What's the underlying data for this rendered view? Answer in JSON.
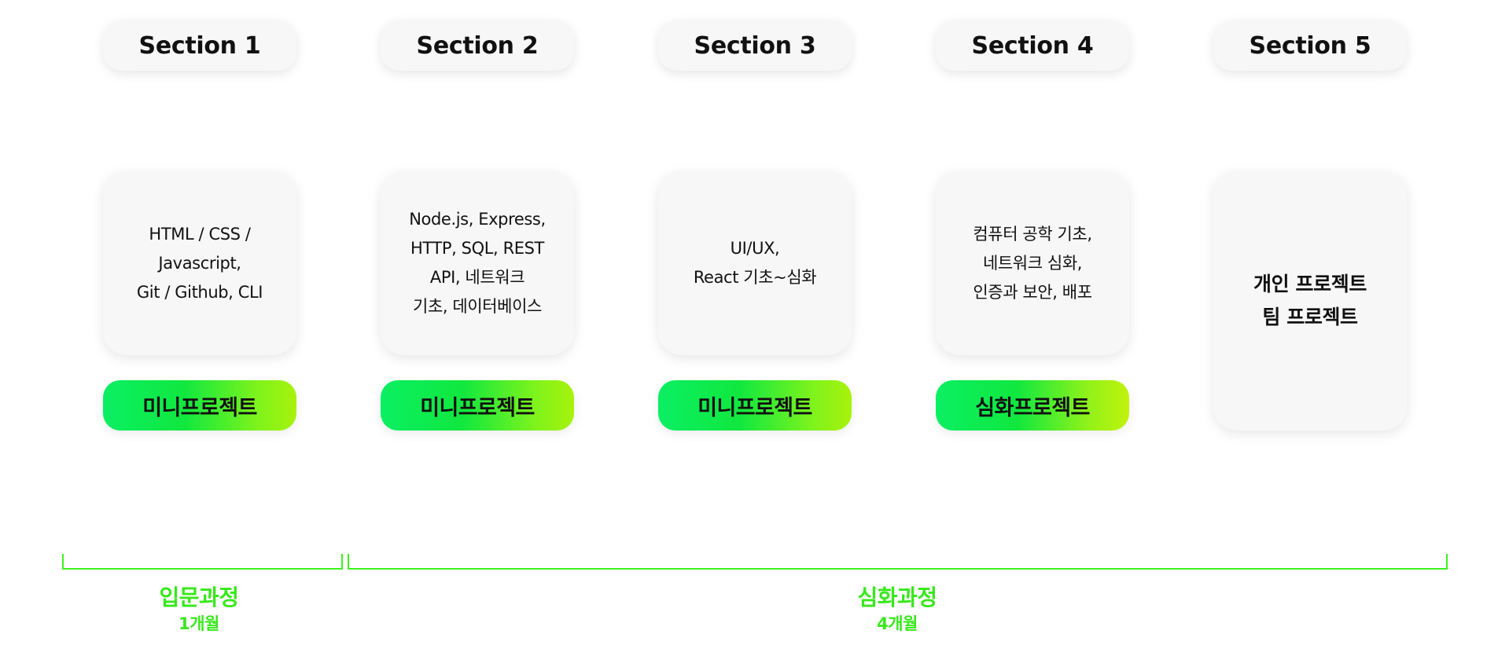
{
  "sections": [
    {
      "title": "Section 1",
      "topics": "HTML / CSS /\nJavascript,\nGit / Github, CLI",
      "project": "미니프로젝트"
    },
    {
      "title": "Section 2",
      "topics": "Node.js, Express,\nHTTP, SQL, REST\nAPI, 네트워크\n기초, 데이터베이스",
      "project": "미니프로젝트"
    },
    {
      "title": "Section 3",
      "topics": "UI/UX,\nReact 기초~심화",
      "project": "미니프로젝트"
    },
    {
      "title": "Section 4",
      "topics": "컴퓨터 공학 기초,\n네트워크 심화,\n인증과 보안, 배포",
      "project": "심화프로젝트"
    },
    {
      "title": "Section 5",
      "topics": "개인 프로젝트\n팀 프로젝트"
    }
  ],
  "phases": [
    {
      "title": "입문과정",
      "duration": "1개월"
    },
    {
      "title": "심화과정",
      "duration": "4개월"
    }
  ],
  "colors": {
    "accent": "#37e81b",
    "card": "#f7f7f7",
    "gradient_start": "#0bef63",
    "gradient_end": "#a8f20c"
  }
}
